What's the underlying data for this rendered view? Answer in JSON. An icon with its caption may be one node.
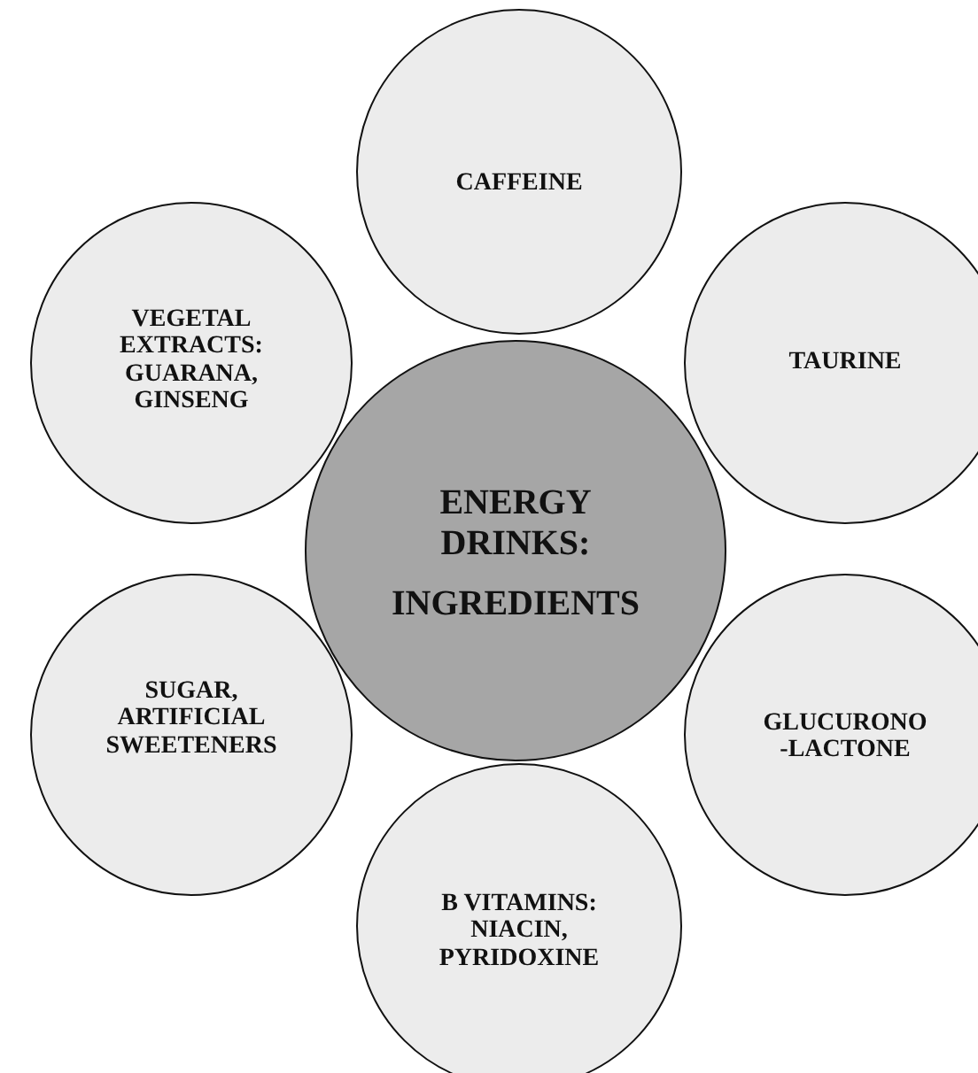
{
  "diagram": {
    "nodes": [
      {
        "text": [
          "CAFFEINE"
        ]
      },
      {
        "text": [
          "VEGETAL EXTRACTS: GUARANA, GINSENG"
        ]
      },
      {
        "text": [
          "TAURINE"
        ]
      },
      {
        "text": [
          "ENERGY DRINKS:",
          "INGREDIENTS"
        ]
      },
      {
        "text": [
          "SUGAR, ARTIFICIAL SWEETENERS"
        ]
      },
      {
        "text": [
          "GLUCURONO -LACTONE"
        ]
      },
      {
        "text": [
          "B VITAMINS: NIACIN, PYRIDOXINE"
        ]
      }
    ]
  }
}
